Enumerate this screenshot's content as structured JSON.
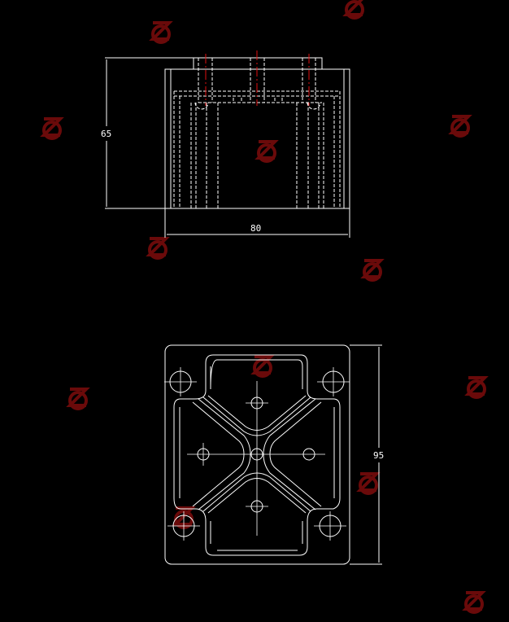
{
  "drawing": {
    "front_view": {
      "height_dimension": "65",
      "width_dimension": "80"
    },
    "top_view": {
      "height_dimension": "95"
    }
  },
  "colors": {
    "background": "#000000",
    "line": "#ffffff",
    "centerline": "#e01010",
    "watermark": "#6a0a0a"
  },
  "watermark": {
    "icon": "logo-icon"
  }
}
